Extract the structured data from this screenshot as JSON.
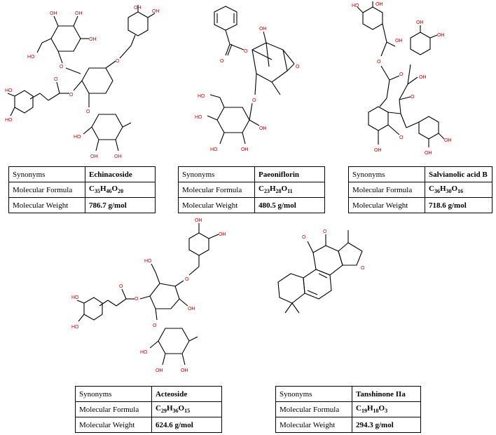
{
  "compounds": [
    {
      "synonym_label": "Synonyms",
      "name": "Echinacoside",
      "formula_label": "Molecular Formula",
      "formula": [
        [
          "C",
          "35"
        ],
        [
          "H",
          "46"
        ],
        [
          "O",
          "20"
        ]
      ],
      "weight_label": "Molecular Weight",
      "weight": "786.7 g/mol"
    },
    {
      "synonym_label": "Synonyms",
      "name": "Paeoniflorin",
      "formula_label": "Molecular Formula",
      "formula": [
        [
          "C",
          "23"
        ],
        [
          "H",
          "28"
        ],
        [
          "O",
          "11"
        ]
      ],
      "weight_label": "Molecular Weight",
      "weight": "480.5 g/mol"
    },
    {
      "synonym_label": "Synonyms",
      "name": "Salvianolic acid B",
      "formula_label": "Molecular Formula",
      "formula": [
        [
          "C",
          "36"
        ],
        [
          "H",
          "30"
        ],
        [
          "O",
          "16"
        ]
      ],
      "weight_label": "Molecular Weight",
      "weight": "718.6 g/mol"
    },
    {
      "synonym_label": "Synonyms",
      "name": "Acteoside",
      "formula_label": "Molecular Formula",
      "formula": [
        [
          "C",
          "29"
        ],
        [
          "H",
          "36"
        ],
        [
          "O",
          "15"
        ]
      ],
      "weight_label": "Molecular Weight",
      "weight": "624.6 g/mol"
    },
    {
      "synonym_label": "Synonyms",
      "name": "Tanshinone IIa",
      "formula_label": "Molecular Formula",
      "formula": [
        [
          "C",
          "19"
        ],
        [
          "H",
          "18"
        ],
        [
          "O",
          "3"
        ]
      ],
      "weight_label": "Molecular Weight",
      "weight": "294.3 g/mol"
    }
  ],
  "atom_labels": {
    "hydroxyl": "OH",
    "oxygen": "O",
    "hydroxyl_left": "HO"
  },
  "colors": {
    "text": "#000000",
    "heteroatom": "#d40000",
    "border": "#000000",
    "background": "#ffffff"
  }
}
